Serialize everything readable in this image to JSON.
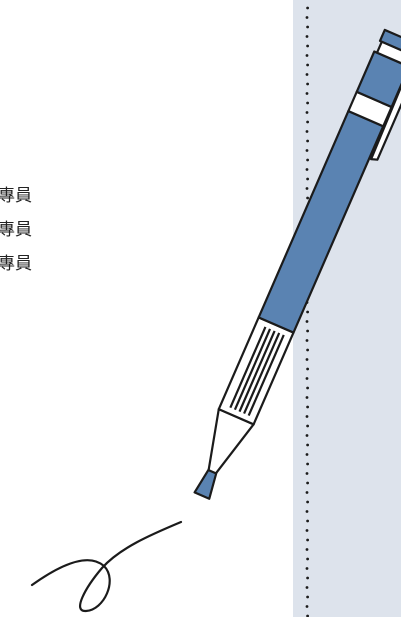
{
  "lines": [
    {
      "text": "專員"
    },
    {
      "text": "專員"
    },
    {
      "text": "專員"
    }
  ],
  "colors": {
    "pen_body": "#5a83b2",
    "outline": "#1b1b1b",
    "strip": "#dde3ec",
    "dots": "#1b1b1b"
  },
  "icons": [
    "pen-icon",
    "scribble-icon"
  ]
}
